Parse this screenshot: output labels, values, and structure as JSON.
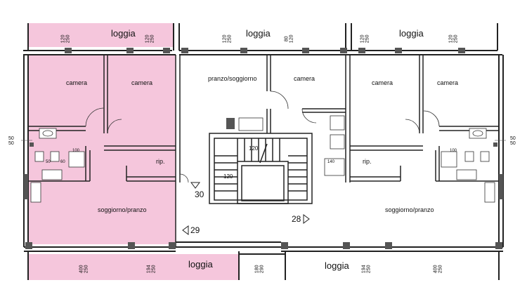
{
  "colors": {
    "highlight_unit": "#f5c6dc",
    "wall": "#222222",
    "wall_fill": "#555555",
    "background": "#ffffff"
  },
  "rooms": {
    "left_loggia_top": "loggia",
    "center_loggia_top": "loggia",
    "right_loggia_top": "loggia",
    "left_camera_1": "camera",
    "left_camera_2": "camera",
    "center_pranzo": "pranzo/soggiorno",
    "center_camera": "camera",
    "right_camera_1": "camera",
    "right_camera_2": "camera",
    "left_rip": "rip.",
    "right_rip": "rip.",
    "left_soggiorno": "soggiorno/pranzo",
    "right_soggiorno": "soggiorno/pranzo",
    "left_loggia_bottom": "loggia",
    "right_loggia_bottom": "loggia"
  },
  "unit_numbers": {
    "n30": "30",
    "n29": "29",
    "n28": "28"
  },
  "dimensions": {
    "top_left_a": [
      "120",
      "250"
    ],
    "top_left_b": [
      "120",
      "250"
    ],
    "top_center_a": [
      "120",
      "250"
    ],
    "top_center_b": [
      "80",
      "120"
    ],
    "top_right_a": [
      "120",
      "250"
    ],
    "top_right_b": [
      "120",
      "250"
    ],
    "side_left": [
      "50",
      "50"
    ],
    "side_right": [
      "50",
      "50"
    ],
    "stair_a": "120",
    "stair_b": "120",
    "stair_c": "140",
    "bottom_left_a": [
      "400",
      "250"
    ],
    "bottom_left_b": [
      "194",
      "250"
    ],
    "bottom_center": [
      "180",
      "290"
    ],
    "bottom_right_a": [
      "194",
      "250"
    ],
    "bottom_right_b": [
      "400",
      "250"
    ],
    "small_100_left": "100",
    "small_100_right": "100",
    "small_50": "50",
    "small_60": "60"
  }
}
